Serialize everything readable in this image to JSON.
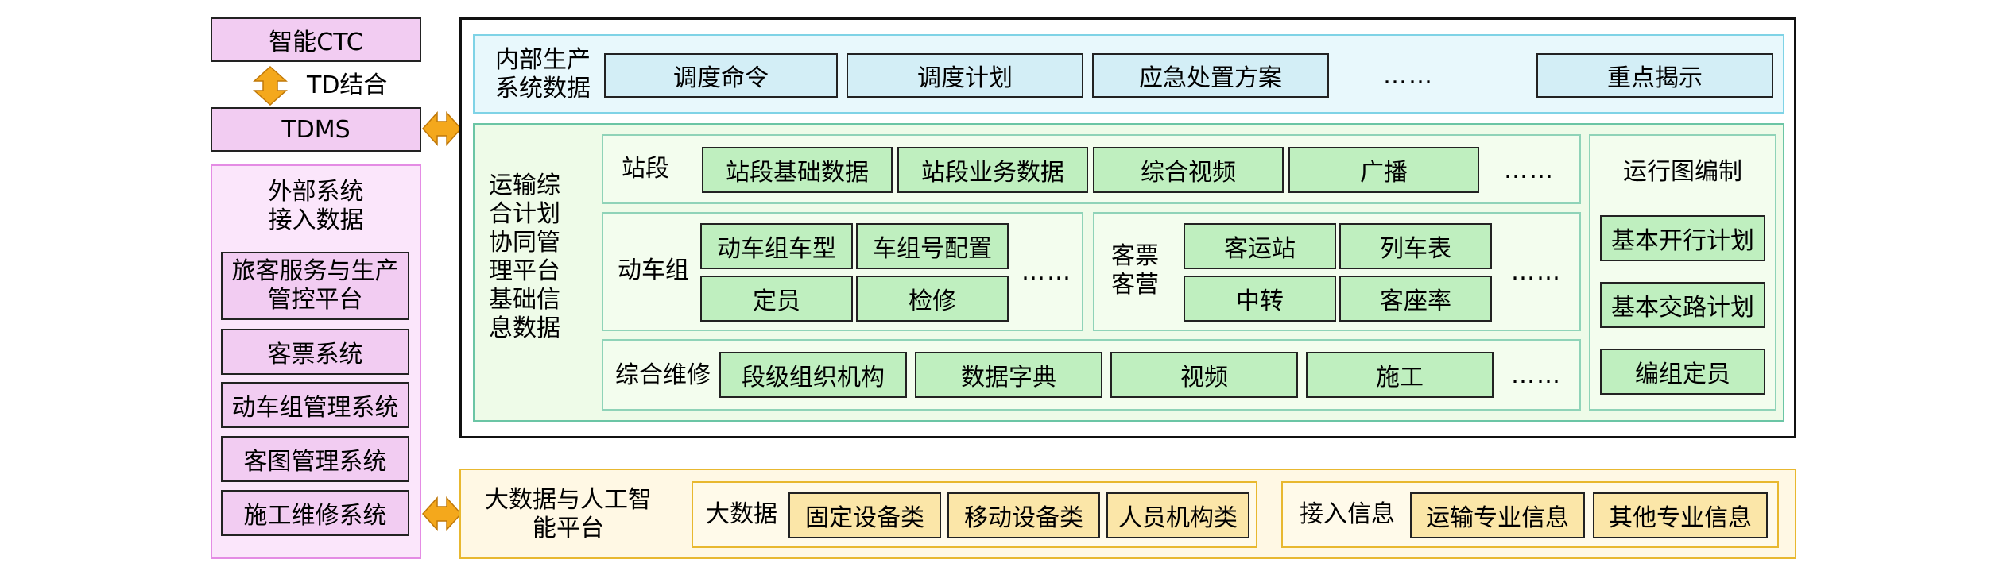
{
  "left": {
    "ctc": "智能CTC",
    "td_combine": "TD结合",
    "tdms": "TDMS",
    "external_title": "外部系统\n接入数据",
    "external_items": [
      "旅客服务与生产\n管控平台",
      "客票系统",
      "动车组管理系统",
      "客图管理系统",
      "施工维修系统"
    ]
  },
  "internal": {
    "title": "内部生产\n系统数据",
    "items": [
      "调度命令",
      "调度计划",
      "应急处置方案",
      "……",
      "重点揭示"
    ]
  },
  "platform": {
    "title": "运输综\n合计划\n协同管\n理平台\n基础信\n息数据",
    "station": {
      "label": "站段",
      "items": [
        "站段基础数据",
        "站段业务数据",
        "综合视频",
        "广播"
      ],
      "dots": "……"
    },
    "emu": {
      "label": "动车组",
      "items": [
        "动车组车型",
        "车组号配置",
        "定员",
        "检修"
      ],
      "dots": "……"
    },
    "ticket": {
      "label": "客票\n客营",
      "items": [
        "客运站",
        "列车表",
        "中转",
        "客座率"
      ],
      "dots": "……"
    },
    "maint": {
      "label": "综合维修",
      "items": [
        "段级组织机构",
        "数据字典",
        "视频",
        "施工"
      ],
      "dots": "……"
    },
    "graph": {
      "label": "运行图编制",
      "items": [
        "基本开行计划",
        "基本交路计划",
        "编组定员"
      ]
    }
  },
  "bigdata": {
    "title": "大数据与人工智\n能平台",
    "group1": {
      "label": "大数据",
      "items": [
        "固定设备类",
        "移动设备类",
        "人员机构类"
      ]
    },
    "group2": {
      "label": "接入信息",
      "items": [
        "运输专业信息",
        "其他专业信息"
      ]
    }
  },
  "colors": {
    "pink": "#f2ccf2",
    "cyan": "#d3eef6",
    "green": "#bfefbf",
    "yellow": "#fbe6a8",
    "arrow": "#f4a81c"
  }
}
